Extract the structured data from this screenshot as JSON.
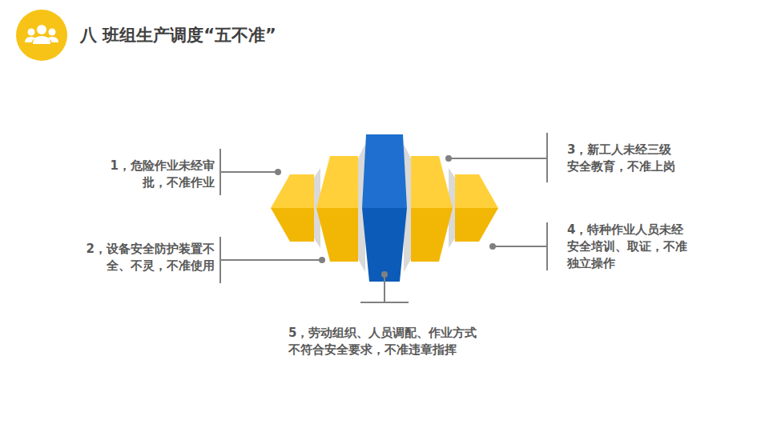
{
  "diagram": {
    "title": "八 班组生产调度“五不准”",
    "labels": [
      "1，危险作业未经审批，不准作业",
      "2，设备安全防护装置不全、不灵，不准使用",
      "3，新工人未经三级安全教育，不准上岗",
      "4，特种作业人员未经安全培训、取证，不准独立操作",
      "5，劳动组织、人员调配、作业方式不符合安全要求，不准违章指挥"
    ]
  }
}
